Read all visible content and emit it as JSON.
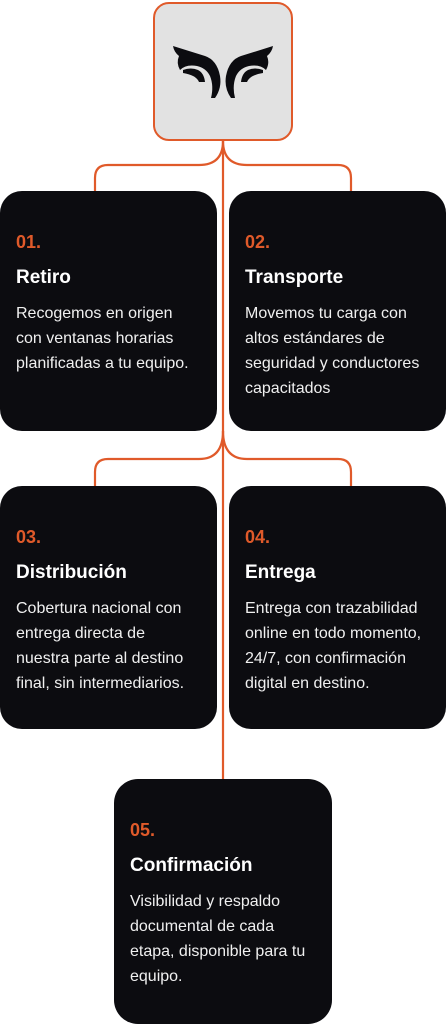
{
  "logo": {
    "icon": "eyes-logo-icon"
  },
  "colors": {
    "accent": "#e05a2a",
    "card_background": "#0c0c10",
    "logo_background": "#e2e2e2",
    "text": "#ffffff"
  },
  "steps": [
    {
      "number": "01.",
      "title": "Retiro",
      "description": "Recogemos en origen con ventanas horarias planificadas a tu equipo."
    },
    {
      "number": "02.",
      "title": "Transporte",
      "description": "Movemos tu carga con altos estándares de seguridad y conductores capacitados"
    },
    {
      "number": "03.",
      "title": "Distribución",
      "description": "Cobertura nacional con entrega directa de nuestra parte al destino final, sin intermediarios."
    },
    {
      "number": "04.",
      "title": "Entrega",
      "description": "Entrega con trazabilidad online en todo momento, 24/7, con confirmación digital en destino."
    },
    {
      "number": "05.",
      "title": "Confirmación",
      "description": "Visibilidad y respaldo documental de cada etapa, disponible para tu equipo."
    }
  ]
}
